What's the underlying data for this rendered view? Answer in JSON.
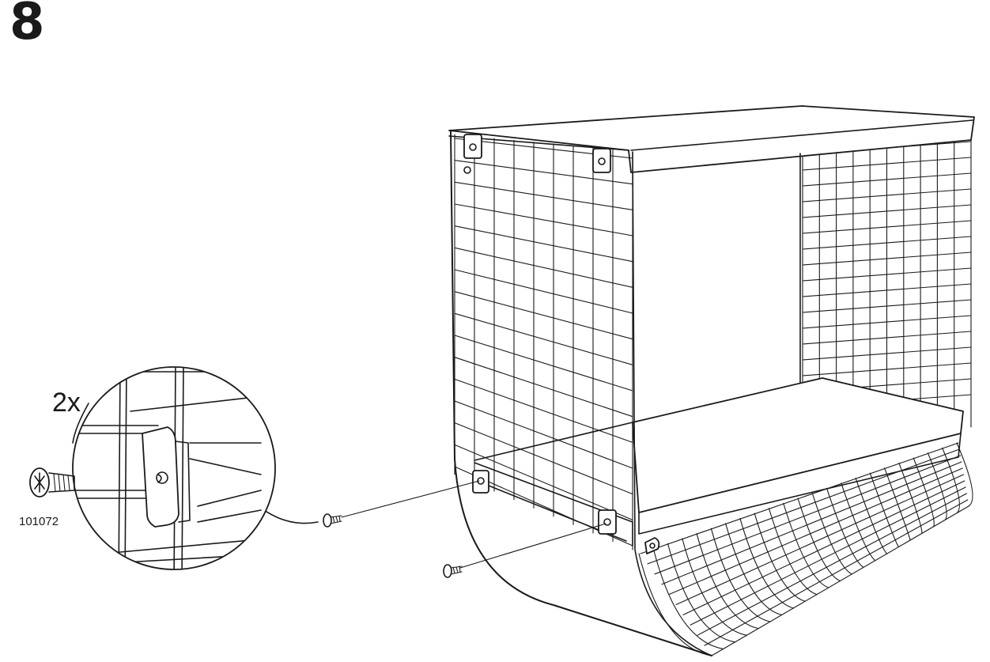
{
  "step": {
    "number": "8"
  },
  "callout": {
    "quantity": "2x",
    "part_number": "101072"
  },
  "icons": {
    "screw": "screw-icon",
    "shelf": "wire-basket-shelf",
    "detail": "magnified-detail-circle"
  },
  "colors": {
    "ink": "#1a1a1a",
    "background": "#ffffff"
  }
}
